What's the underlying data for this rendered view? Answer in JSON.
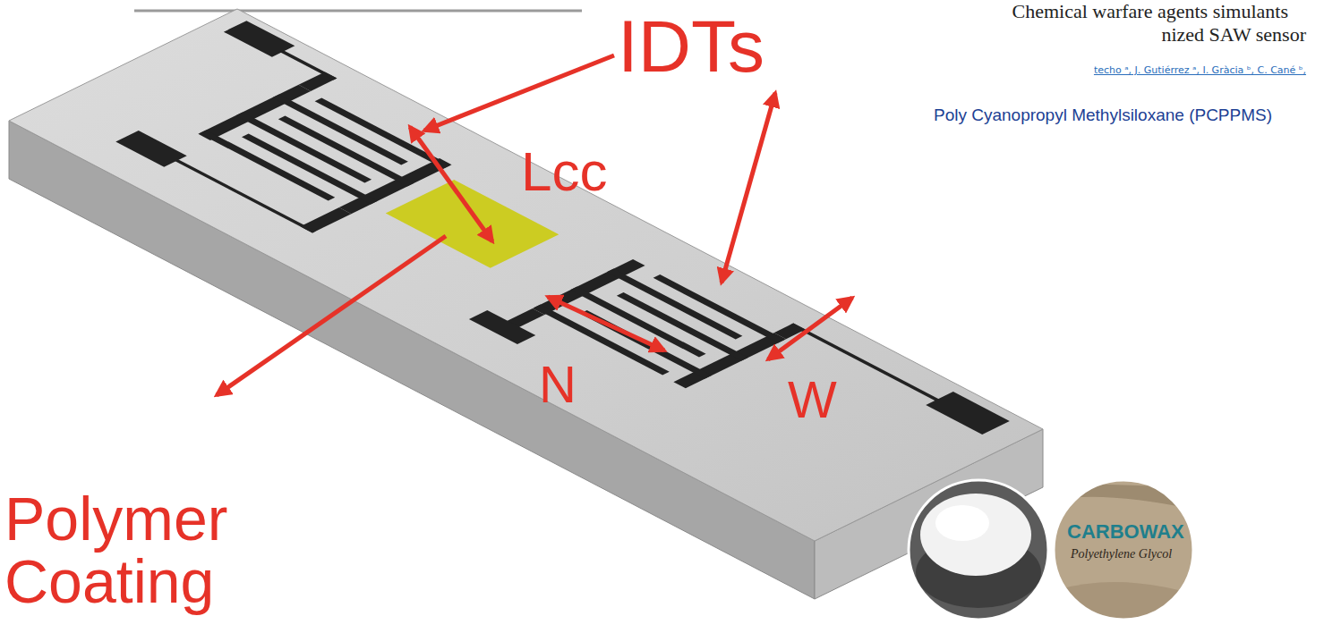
{
  "diagram": {
    "labels": [
      "Chemical warfare agents simulants",
      "nized SAW sensor",
      "techo ᵃ, J. Gutiérrez ᵃ, I. Gràcia ᵇ, C. Cané ᵇ,",
      "IDTs",
      "Poly Cyanopropyl Methylsiloxane (PCPPMS)",
      "Lcc",
      "N",
      "W",
      "Polymer Coating",
      "CARBOWAX",
      "Polyethylene Glycol"
    ]
  }
}
